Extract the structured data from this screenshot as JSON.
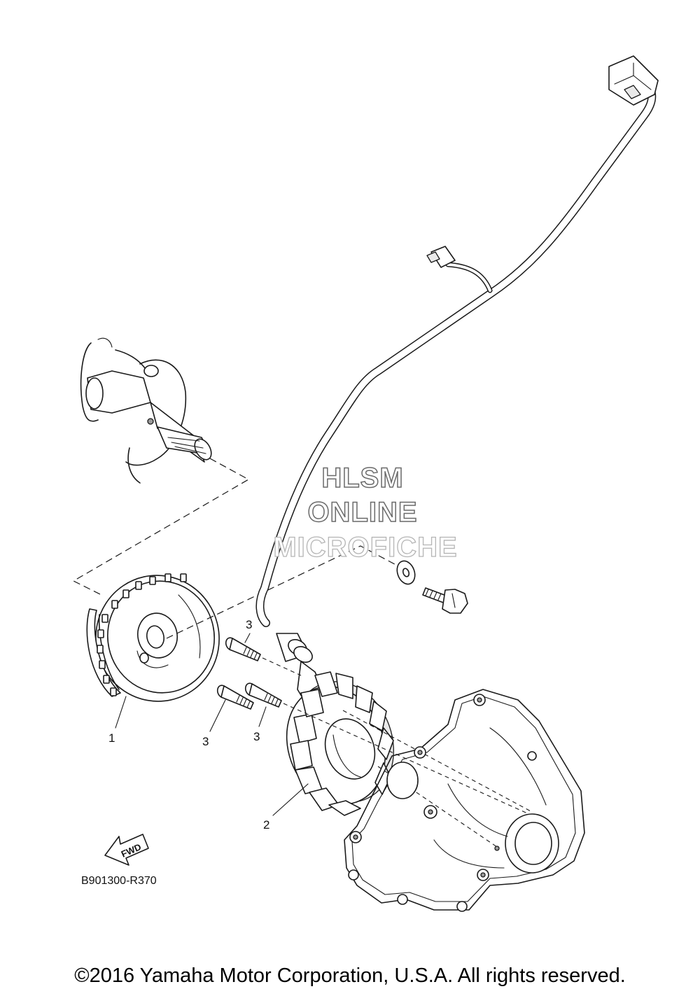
{
  "watermark": {
    "line1": "HLSM",
    "line2": "ONLINE",
    "line3": "MICROFICHE"
  },
  "callouts": {
    "flywheel": "1",
    "stator": "2",
    "bolt_upper": "3",
    "bolt_lower_left": "3",
    "bolt_lower_right": "3"
  },
  "fwd_badge": "FWD",
  "diagram_code": "B901300-R370",
  "copyright": "©2016 Yamaha Motor Corporation, U.S.A. All rights reserved."
}
